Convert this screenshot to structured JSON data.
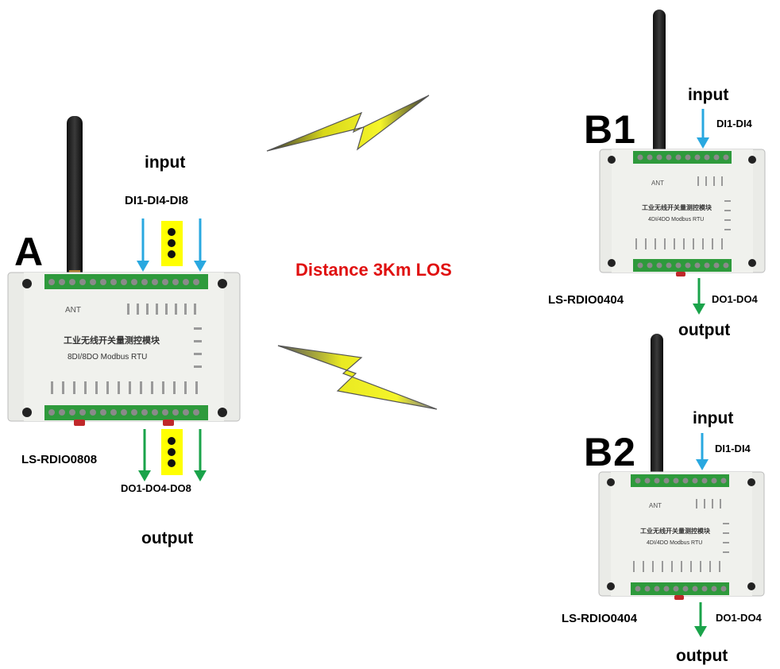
{
  "labels": {
    "device_a_letter": "A",
    "device_b1_letter": "B1",
    "device_b2_letter": "B2",
    "distance": "Distance 3Km LOS",
    "a_input": "input",
    "a_di": "DI1-DI4-DI8",
    "a_model": "LS-RDIO0808",
    "a_do": "DO1-DO4-DO8",
    "a_output": "output",
    "b1_input": "input",
    "b1_di": "DI1-DI4",
    "b1_model": "LS-RDIO0404",
    "b1_do": "DO1-DO4",
    "b1_output": "output",
    "b2_input": "input",
    "b2_di": "DI1-DI4",
    "b2_model": "LS-RDIO0404",
    "b2_do": "DO1-DO4",
    "b2_output": "output"
  },
  "devices": {
    "a": {
      "ant": "ANT",
      "title_cn": "工业无线开关量测控模块",
      "subtitle": "8DI/8DO Modbus RTU"
    },
    "b1": {
      "ant": "ANT",
      "title_cn": "工业无线开关量测控模块",
      "subtitle": "4DI/4DO Modbus RTU"
    },
    "b2": {
      "ant": "ANT",
      "title_cn": "工业无线开关量测控模块",
      "subtitle": "4DI/4DO Modbus RTU"
    }
  },
  "colors": {
    "input_arrow": "#29a8e0",
    "output_arrow": "#1aa34a",
    "ellipsis_box": "#ffff00",
    "lightning": "#f2f21a",
    "distance_text": "#e01010",
    "terminal_green": "#2e9a3c",
    "device_body": "#e9eae6"
  }
}
